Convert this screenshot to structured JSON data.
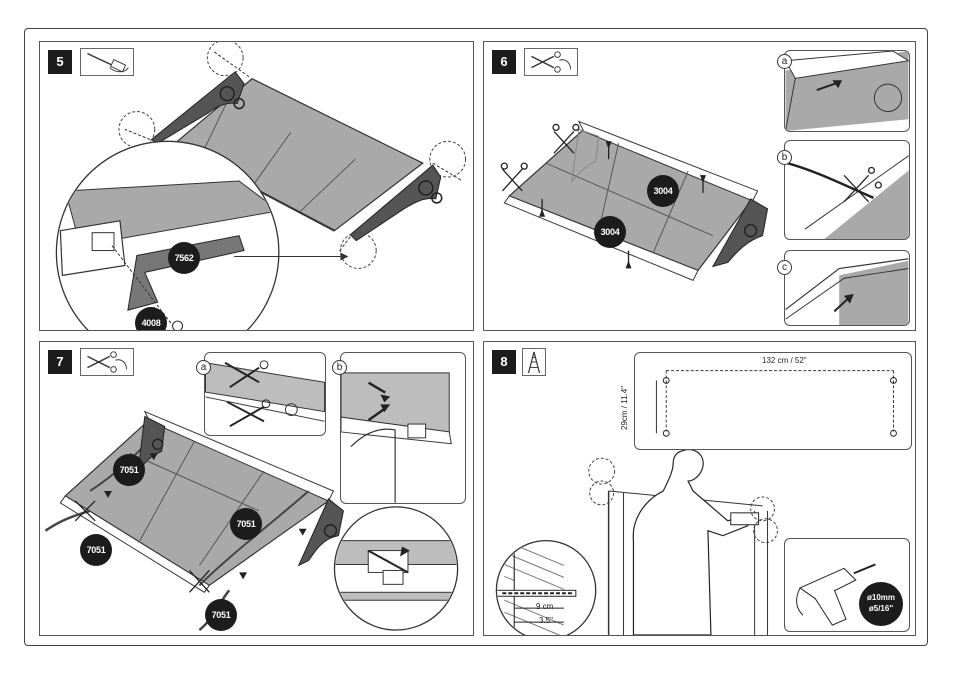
{
  "steps": [
    {
      "number": "5",
      "icon": "screwdriver-icon"
    },
    {
      "number": "6",
      "icon": "scissors-icon"
    },
    {
      "number": "7",
      "icon": "scissors-icon"
    },
    {
      "number": "8",
      "icon": "ladder-icon"
    }
  ],
  "step5": {
    "part_end_cap": "7562",
    "part_screw": "4008"
  },
  "step6": {
    "part_tape_top": "3004",
    "part_tape_bottom": "3004",
    "insets": [
      "a",
      "b",
      "c"
    ]
  },
  "step7": {
    "part_left": "7051",
    "part_right": "7051",
    "part_bottom_left": "7051",
    "part_bottom_right": "7051",
    "insets": [
      "a",
      "b"
    ]
  },
  "step8": {
    "width_label": "132 cm / 52\"",
    "height_label": "29cm / 11.4\"",
    "depth_cm": "9 cm",
    "depth_in": "3.5\"",
    "drill_metric": "ø10mm",
    "drill_imperial": "ø5/16\""
  },
  "colors": {
    "panel_fill": "#a9a9a9",
    "badge": "#1c1c1c",
    "line": "#333333"
  }
}
